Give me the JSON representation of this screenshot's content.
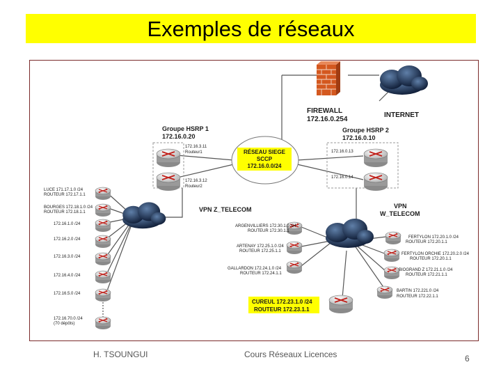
{
  "slide": {
    "title": "Exemples de réseaux",
    "footer_author": "H. TSOUNGUI",
    "footer_course": "Cours Réseaux Licences",
    "page_number": "6",
    "title_bar_color": "#ffff00"
  },
  "diagram": {
    "firewall": {
      "line1": "FIREWALL",
      "line2": "172.16.0.254"
    },
    "internet": "INTERNET",
    "hsrp1": {
      "line1": "Groupe HSRP 1",
      "line2": "172.16.0.20"
    },
    "hsrp2": {
      "line1": "Groupe HSRP 2",
      "line2": "172.16.0.10"
    },
    "siege": {
      "line1": "RÉSEAU SIEGE",
      "line2": "SCCP",
      "line3": "172.16.0.0/24"
    },
    "r1": {
      "ip": "172.16.3.11",
      "name": "Routeur1"
    },
    "r2": {
      "ip": "172.16.3.12",
      "name": "Routeur2"
    },
    "r3": {
      "ip": "172.16.0.13"
    },
    "r4": {
      "ip": "172.16.0.14"
    },
    "vpn_z": "VPN Z_TELECOM",
    "vpn_w": {
      "line1": "VPN",
      "line2": "W_TELECOM"
    },
    "left_sites": [
      {
        "l1": "LUCE 171.17.1.0 /24",
        "l2": "ROUTEUR 172.17.1.1"
      },
      {
        "l1": "BOURGES 172.18.1.0 /24",
        "l2": "ROUTEUR 172.18.1.1"
      },
      {
        "l1": "172.16.1.0 /24",
        "l2": ""
      },
      {
        "l1": "172.16.2.0 /24",
        "l2": ""
      },
      {
        "l1": "172.16.3.0 /24",
        "l2": ""
      },
      {
        "l1": "172.16.4.0 /24",
        "l2": ""
      },
      {
        "l1": "172.16.5.0 /24",
        "l2": ""
      },
      {
        "l1": "172.16.70.0 /24",
        "l2": "(70 dépôts)"
      }
    ],
    "mid_sites": [
      {
        "l1": "ARGENVILLIERS 172.30.1.0 /24",
        "l2": "ROUTEUR 172.30.1.1"
      },
      {
        "l1": "ARTENAY 172.25.1.0 /24",
        "l2": "ROUTEUR 172.25.1.1"
      },
      {
        "l1": "GALLARDON 172.24.1.0 /24",
        "l2": "ROUTEUR 172.24.1.1"
      }
    ],
    "right_sites": [
      {
        "l1": "FERTYLON 172.20.1.0 /24",
        "l2": "ROUTEUR 172.20.1.1"
      },
      {
        "l1": "FERTYLON ORCHIE 172.20.2.0 /24",
        "l2": "ROUTEUR 172.20.1.1"
      },
      {
        "l1": "BIOGRAND Z 172.21.1.0 /24",
        "l2": "ROUTEUR 172.21.1.1"
      },
      {
        "l1": "BARTIN 172.221.0 /24",
        "l2": "ROUTEUR 172.22.1.1"
      }
    ],
    "cureuil": {
      "l1": "CUREUL 172.23.1.0 /24",
      "l2": "ROUTEUR 172.23.1.1"
    },
    "highlight_color": "#ffff00"
  }
}
